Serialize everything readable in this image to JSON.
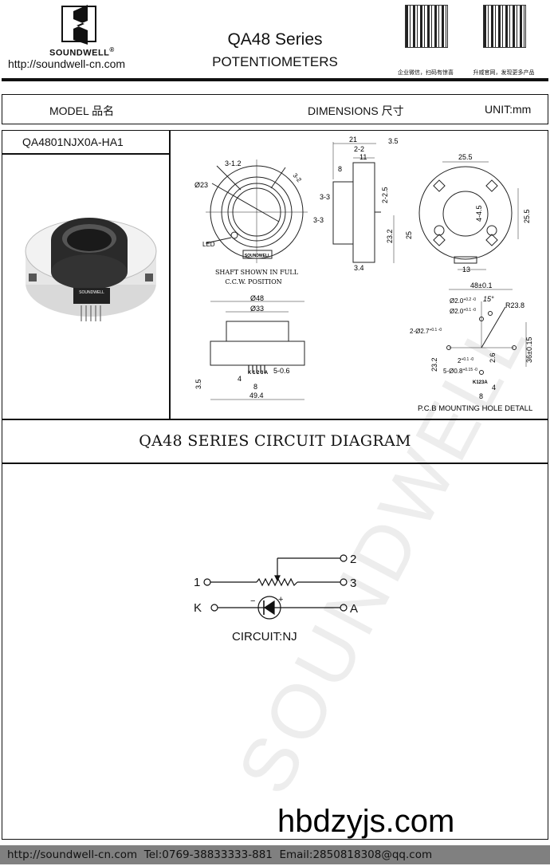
{
  "header": {
    "brand": "SOUNDWELL",
    "registered": "®",
    "url": "http://soundwell-cn.com",
    "series_title": "QA48 Series",
    "product_type": "POTENTIOMETERS",
    "qr_captions": [
      "企业微信，扫码有惊喜",
      "升威官网，发现更多产品"
    ]
  },
  "spec_header": {
    "model_label": "MODEL 品名",
    "dimensions_label": "DIMENSIONS 尺寸",
    "unit_label": "UNIT:mm"
  },
  "model_number": "QA4801NJX0A-HA1",
  "product_photo": {
    "brand_text": "SOUNDWELL"
  },
  "drawing": {
    "front": {
      "d1": "3-1.2",
      "d2": "3-2",
      "dia": "Ø23",
      "led": "LED",
      "brand": "SOUNDWELL",
      "note1": "SHAFT SHOWN IN FULL",
      "note2": "C.C.W. POSITION"
    },
    "side": {
      "d21": "21",
      "d35": "3.5",
      "d22": "2-2",
      "d11": "11",
      "d8": "8",
      "d225": "2-2.5",
      "d33a": "3-3",
      "d33b": "3-3",
      "d232": "23.2",
      "d25": "25",
      "d34": "3.4"
    },
    "back": {
      "d255a": "25.5",
      "d255b": "25.5",
      "d445": "4-4.5",
      "d13": "13"
    },
    "bottom": {
      "d48": "Ø48",
      "d33": "Ø33",
      "d35": "3.5",
      "d4": "4",
      "d8": "8",
      "d506": "5-0.6",
      "d494": "49.4",
      "pins": "K 1 2 3 A"
    },
    "pcb": {
      "d48": "48±0.1",
      "h1": "Ø2.0",
      "h1tol": "+0.2 -0",
      "h2": "Ø2.0",
      "h2tol": "+0.1 -0",
      "angle": "15°",
      "r": "R23.8",
      "h3": "2-Ø2.7",
      "h3tol": "+0.1 -0",
      "d232": "23.2",
      "d2": "2",
      "d2tol": "+0.1 -0",
      "d26": "2.6",
      "d36": "36±0.15",
      "h4": "5-Ø0.8",
      "h4tol": "+0.15 -0",
      "pins": "K123A",
      "d4": "4",
      "d8": "8",
      "caption": "P.C.B MOUNTING HOLE DETALL"
    }
  },
  "circuit": {
    "title": "QA48 SERIES CIRCUIT DIAGRAM",
    "pins": {
      "p1": "1",
      "p2": "2",
      "p3": "3",
      "k": "K",
      "a": "A",
      "minus": "−",
      "plus": "+"
    },
    "label": "CIRCUIT:NJ"
  },
  "watermark": "SOUNDWELL",
  "site_watermark": "hbdzyjs.com",
  "footer": "http://soundwell-cn.com  Tel:0769-38833333-881  Email:2850818308@qq.com"
}
